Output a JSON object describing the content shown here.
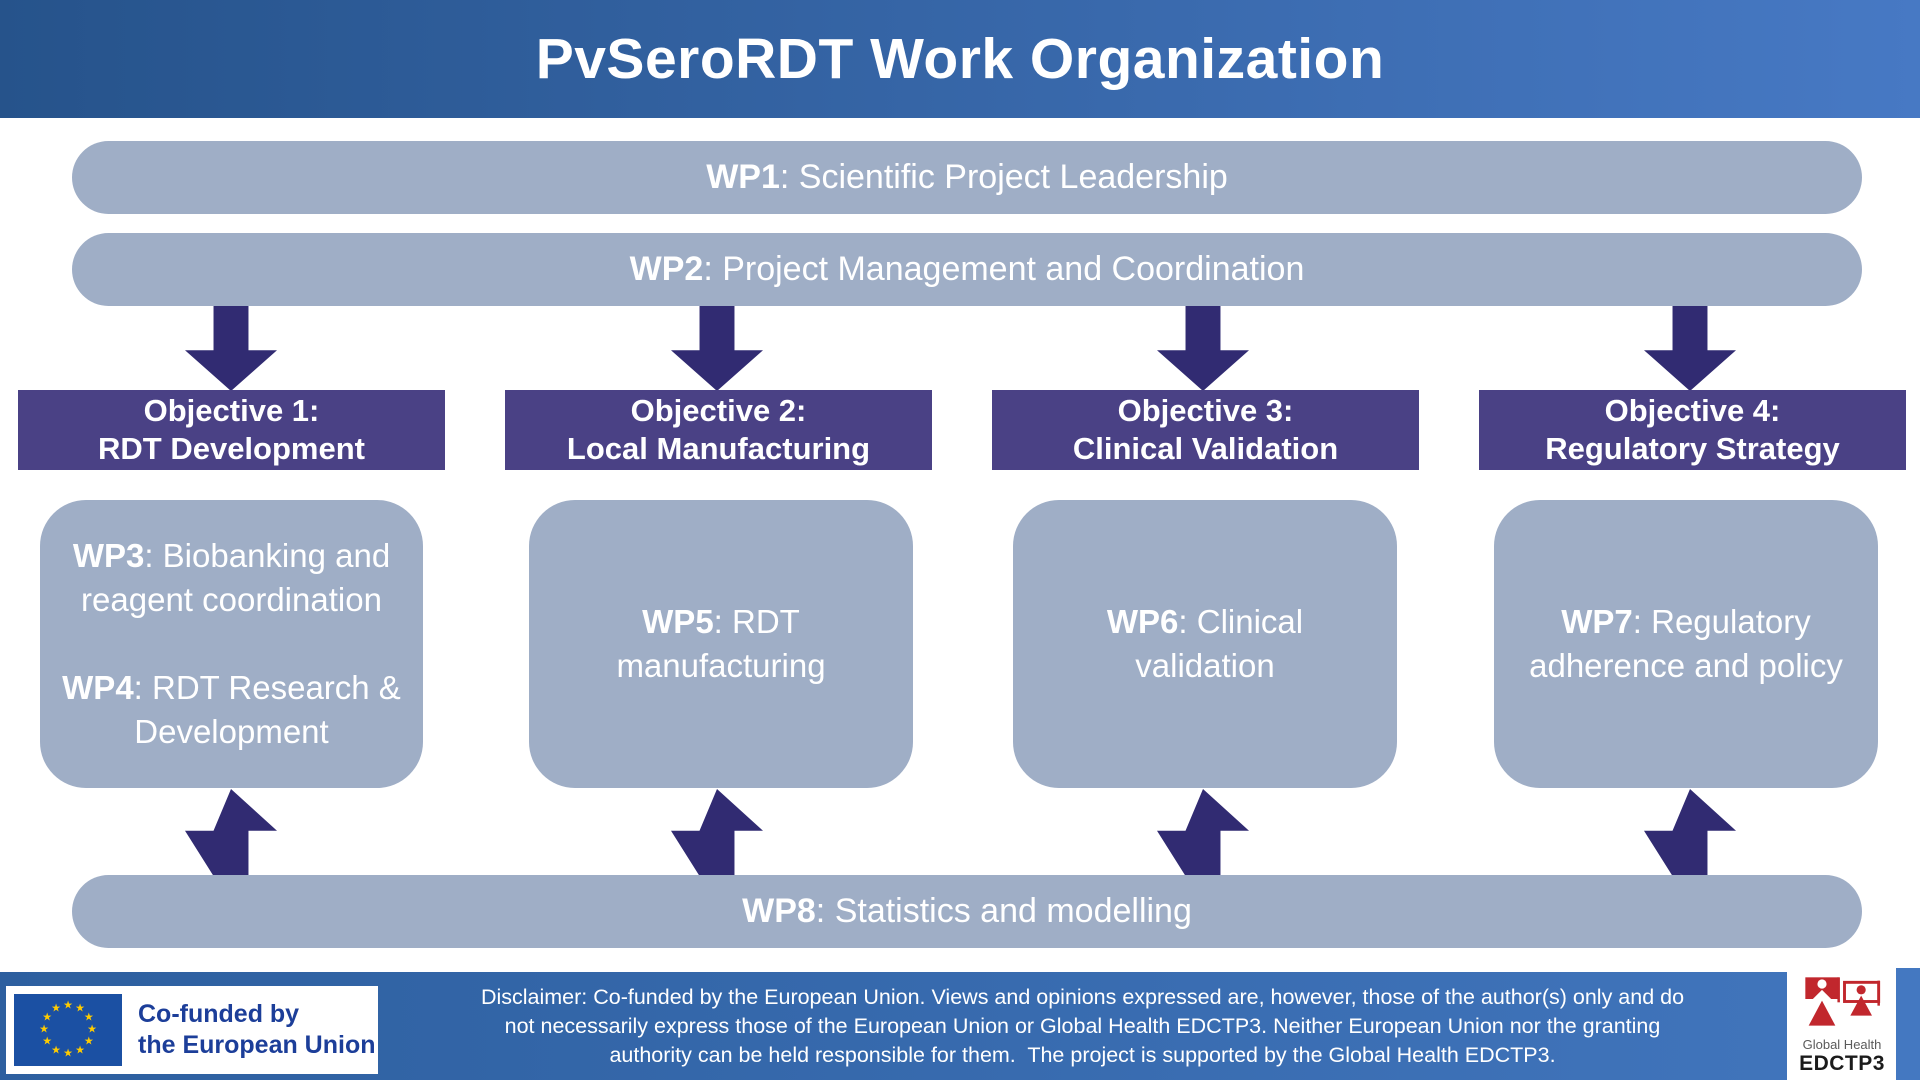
{
  "header": {
    "title": "PvSeroRDT Work Organization"
  },
  "top_bars": [
    {
      "wp": "WP1",
      "rest": ": Scientific Project Leadership"
    },
    {
      "wp": "WP2",
      "rest": ": Project Management and Coordination"
    }
  ],
  "objectives": [
    {
      "line1": "Objective 1:",
      "line2": "RDT Development"
    },
    {
      "line1": "Objective 2:",
      "line2": "Local Manufacturing"
    },
    {
      "line1": "Objective 3:",
      "line2": "Clinical Validation"
    },
    {
      "line1": "Objective 4:",
      "line2": "Regulatory Strategy"
    }
  ],
  "wp_boxes": {
    "box1": {
      "item1": {
        "wp": "WP3",
        "rest": ": Biobanking and reagent coordination"
      },
      "item2": {
        "wp": "WP4",
        "rest": ": RDT Research & Development"
      }
    },
    "box2": {
      "wp": "WP5",
      "rest": ": RDT manufacturing"
    },
    "box3": {
      "wp": "WP6",
      "rest": ": Clinical validation"
    },
    "box4": {
      "wp": "WP7",
      "rest": ": Regulatory adherence and policy"
    }
  },
  "bottom_bar": {
    "wp": "WP8",
    "rest": ": Statistics and modelling"
  },
  "footer": {
    "eu_logo": {
      "line1": "Co-funded by",
      "line2": "the European Union",
      "star_glyph": "★"
    },
    "disclaimer": "Disclaimer: Co-funded by the European Union. Views and opinions expressed are, however, those of the author(s) only and do not necessarily express those of the European Union or Global Health EDCTP3. Neither European Union nor the granting authority can be held responsible for them.  The project is supported by the Global Health EDCTP3.",
    "edctp_logo": {
      "line1": "Global Health",
      "line2": "EDCTP3"
    }
  },
  "colors": {
    "header_gradient_left": "#26538B",
    "header_gradient_right": "#4779C4",
    "bar_blue_gray": "#9FAEC6",
    "objective_purple": "#4A4185",
    "arrow_indigo": "#312B72",
    "footer_gradient_left": "#2D5F9F",
    "footer_gradient_right": "#4074BB",
    "eu_flag_blue": "#1B50A3",
    "eu_star_yellow": "#FFCC00",
    "eu_text_blue": "#1C3E99",
    "edctp_red": "#C1272D"
  }
}
